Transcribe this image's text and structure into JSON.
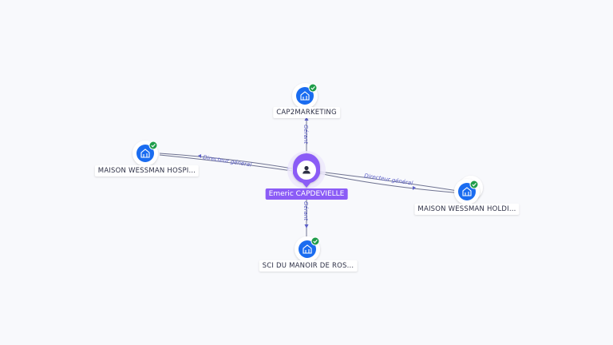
{
  "center": {
    "name": "Emeric CAPDEVIELLE",
    "icon": "person-icon",
    "color": "#8b5cf6"
  },
  "companies": [
    {
      "id": "cap2marketing",
      "label": "CAP2MARKETING",
      "icon": "company-building-icon",
      "verified": true
    },
    {
      "id": "maison-wessman-hospi",
      "label": "MAISON WESSMAN HOSPI...",
      "icon": "company-building-icon",
      "verified": true
    },
    {
      "id": "maison-wessman-holdi",
      "label": "MAISON WESSMAN HOLDI...",
      "icon": "company-building-icon",
      "verified": true
    },
    {
      "id": "sci-du-manoir",
      "label": "SCI DU MANOIR DE ROS...",
      "icon": "company-building-icon",
      "verified": true
    }
  ],
  "relations": [
    {
      "target": "cap2marketing",
      "label": "Gérant"
    },
    {
      "target": "maison-wessman-hospi",
      "label": "Directeur général"
    },
    {
      "target": "maison-wessman-holdi",
      "label": "Directeur général"
    },
    {
      "target": "sci-du-manoir",
      "label": "Gérant"
    }
  ],
  "colors": {
    "company_node": "#1a6cf0",
    "verified_badge": "#1f9d4a",
    "edge": "#6e7290",
    "edge_label": "#5b5fc7"
  }
}
